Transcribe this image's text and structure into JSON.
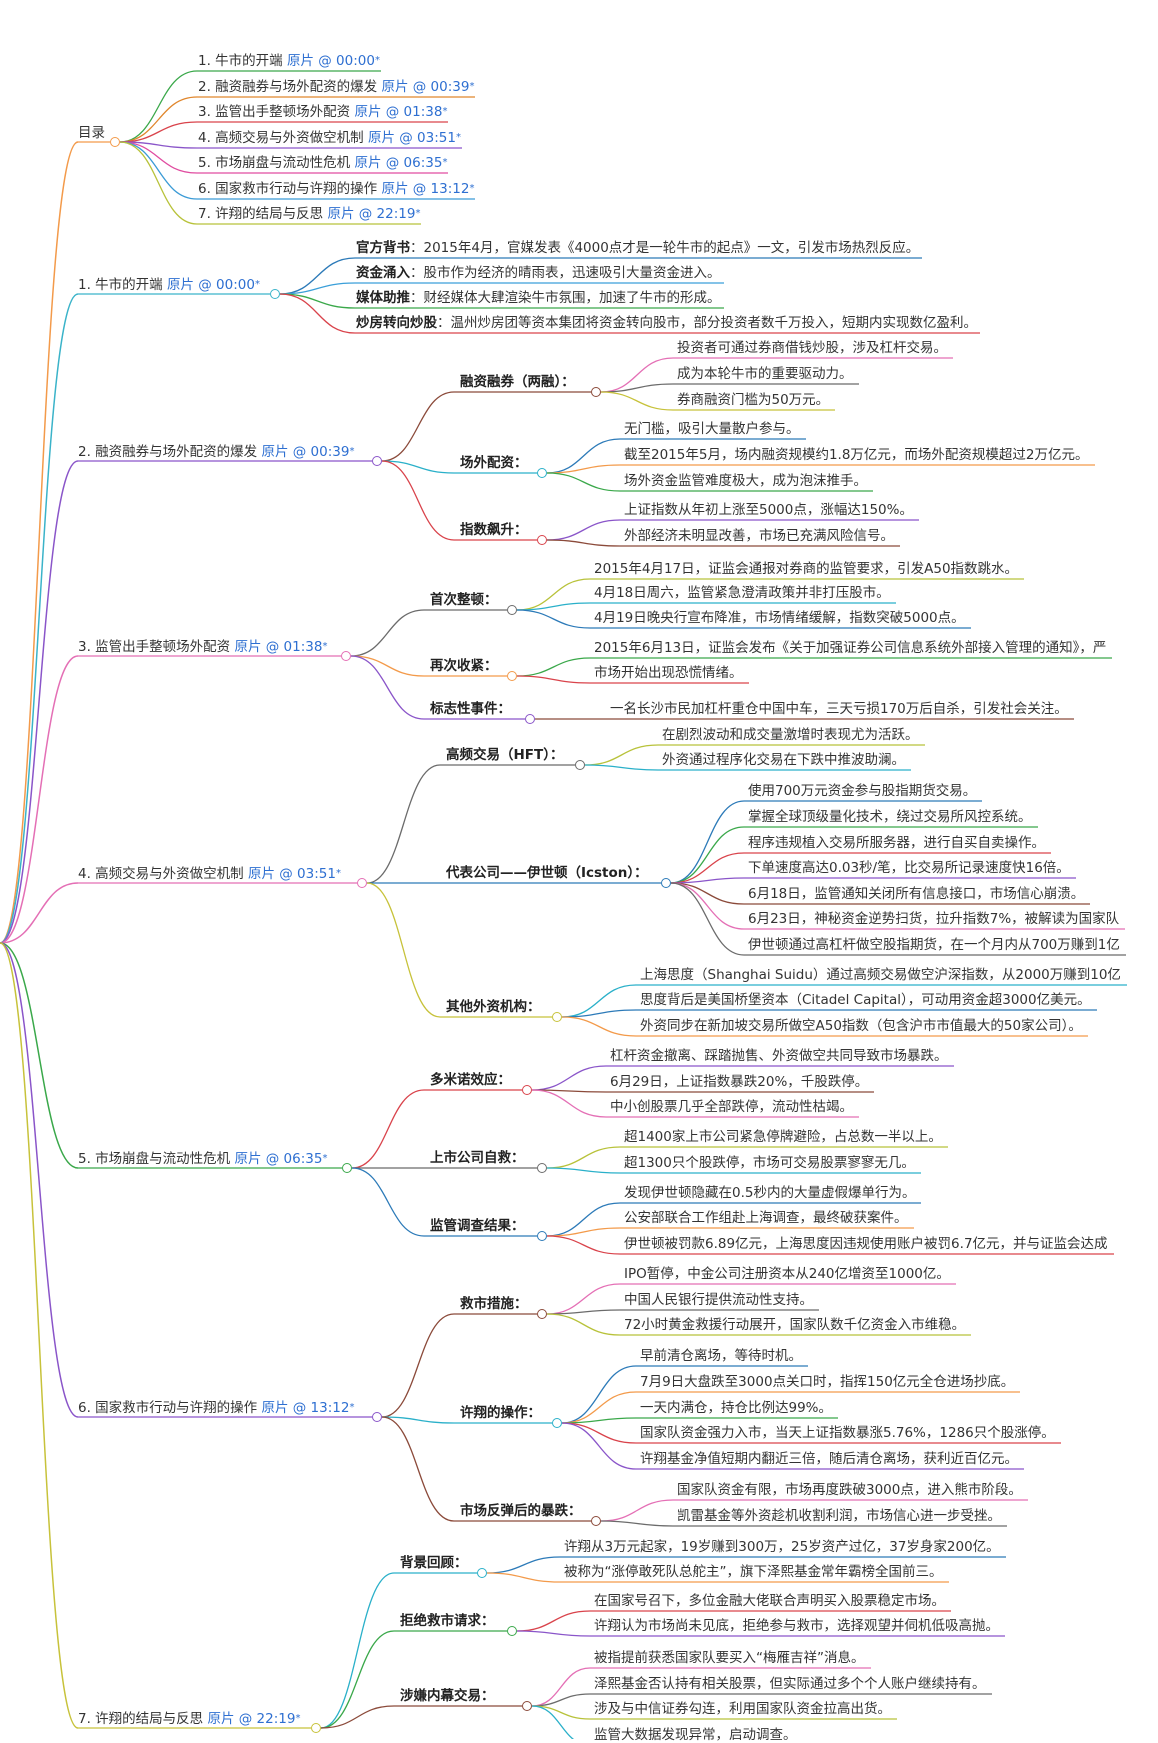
{
  "toc": {
    "label": "目录",
    "color": "#f39a4a",
    "items": [
      {
        "text": "1. 牛市的开端 ",
        "ts": "原片 @ 00:00",
        "color": "#3aa84a"
      },
      {
        "text": "2. 融资融券与场外配资的爆发 ",
        "ts": "原片 @ 00:39",
        "color": "#e0862c"
      },
      {
        "text": "3. 监管出手整顿场外配资 ",
        "ts": "原片 @ 01:38",
        "color": "#d9434b"
      },
      {
        "text": "4. 高频交易与外资做空机制 ",
        "ts": "原片 @ 03:51",
        "color": "#8a55c9"
      },
      {
        "text": "5. 市场崩盘与流动性危机 ",
        "ts": "原片 @ 06:35",
        "color": "#e04ca0"
      },
      {
        "text": "6. 国家救市行动与许翔的操作 ",
        "ts": "原片 @ 13:12",
        "color": "#3b9bd6"
      },
      {
        "text": "7. 许翔的结局与反思 ",
        "ts": "原片 @ 22:19",
        "color": "#b8c23a"
      }
    ]
  },
  "sections": [
    {
      "title": "1. 牛市的开端 ",
      "ts": "原片 @ 00:00",
      "color": "#3ab3c9",
      "items": [
        {
          "key": "官方背书",
          "text": "：2015年4月，官媒发表《4000点才是一轮牛市的起点》一文，引发市场热烈反应。",
          "color": "#2c7ab8"
        },
        {
          "key": "资金涌入",
          "text": "：股市作为经济的晴雨表，迅速吸引大量资金进入。",
          "color": "#3a9fd9"
        },
        {
          "key": "媒体助推",
          "text": "：财经媒体大肆渲染牛市氛围，加速了牛市的形成。",
          "color": "#3aa84a"
        },
        {
          "key": "炒房转向炒股",
          "text": "：温州炒房团等资本集团将资金转向股市，部分投资者数千万投入，短期内实现数亿盈利。",
          "color": "#d9434b"
        }
      ]
    },
    {
      "title": "2. 融资融券与场外配资的爆发 ",
      "ts": "原片 @ 00:39",
      "color": "#8a55c9",
      "groups": [
        {
          "label": "融资融券（两融）：",
          "color": "#8b4a3a",
          "leaves": [
            {
              "text": "投资者可通过券商借钱炒股，涉及杠杆交易。",
              "color": "#e46fb5"
            },
            {
              "text": "成为本轮牛市的重要驱动力。",
              "color": "#6b6b6b"
            },
            {
              "text": "券商融资门槛为50万元。",
              "color": "#c7c23a"
            }
          ]
        },
        {
          "label": "场外配资：",
          "color": "#2ab0c9",
          "leaves": [
            {
              "text": "无门槛，吸引大量散户参与。",
              "color": "#2c7ab8"
            },
            {
              "text": "截至2015年5月，场内融资规模约1.8万亿元，而场外配资规模超过2万亿元。",
              "color": "#f39a4a"
            },
            {
              "text": "场外资金监管难度极大，成为泡沫推手。",
              "color": "#3aa84a"
            }
          ]
        },
        {
          "label": "指数飙升：",
          "color": "#d9434b",
          "leaves": [
            {
              "text": "上证指数从年初上涨至5000点，涨幅达150%。",
              "color": "#8a55c9"
            },
            {
              "text": "外部经济未明显改善，市场已充满风险信号。",
              "color": "#8b4a3a"
            }
          ]
        }
      ]
    },
    {
      "title": "3. 监管出手整顿场外配资 ",
      "ts": "原片 @ 01:38",
      "color": "#e46fb5",
      "groups": [
        {
          "label": "首次整顿：",
          "color": "#6b6b6b",
          "leaves": [
            {
              "text": "2015年4月17日，证监会通报对券商的监管要求，引发A50指数跳水。",
              "color": "#b8c23a"
            },
            {
              "text": "4月18日周六，监管紧急澄清政策并非打压股市。",
              "color": "#2ab0c9"
            },
            {
              "text": "4月19日晚央行宣布降准，市场情绪缓解，指数突破5000点。",
              "color": "#2c7ab8"
            }
          ]
        },
        {
          "label": "再次收紧：",
          "color": "#f39a4a",
          "leaves": [
            {
              "text": "2015年6月13日，证监会发布《关于加强证券公司信息系统外部接入管理的通知》，严",
              "color": "#3aa84a"
            },
            {
              "text": "市场开始出现恐慌情绪。",
              "color": "#d9434b"
            }
          ]
        },
        {
          "label": "标志性事件：",
          "color": "#8a55c9",
          "leaves": [
            {
              "text": "一名长沙市民加杠杆重仓中国中车，三天亏损170万后自杀，引发社会关注。",
              "color": "#8b4a3a"
            }
          ]
        }
      ]
    },
    {
      "title": "4. 高频交易与外资做空机制 ",
      "ts": "原片 @ 03:51",
      "color": "#e46fb5",
      "groups": [
        {
          "label": "高频交易（HFT）：",
          "color": "#6b6b6b",
          "leaves": [
            {
              "text": "在剧烈波动和成交量激增时表现尤为活跃。",
              "color": "#b8c23a"
            },
            {
              "text": "外资通过程序化交易在下跌中推波助澜。",
              "color": "#2ab0c9"
            }
          ]
        },
        {
          "label": "代表公司——伊世顿（Icston）：",
          "color": "#2c7ab8",
          "leaves": [
            {
              "text": "使用700万元资金参与股指期货交易。",
              "color": "#2c7ab8"
            },
            {
              "text": "掌握全球顶级量化技术，绕过交易所风控系统。",
              "color": "#3aa84a"
            },
            {
              "text": "程序违规植入交易所服务器，进行自买自卖操作。",
              "color": "#d9434b"
            },
            {
              "text": "下单速度高达0.03秒/笔，比交易所记录速度快16倍。",
              "color": "#8a55c9"
            },
            {
              "text": "6月18日，监管通知关闭所有信息接口，市场信心崩溃。",
              "color": "#8b4a3a"
            },
            {
              "text": "6月23日，神秘资金逆势扫货，拉升指数7%，被解读为国家队",
              "color": "#e46fb5"
            },
            {
              "text": "伊世顿通过高杠杆做空股指期货，在一个月内从700万赚到1亿",
              "color": "#6b6b6b"
            }
          ]
        },
        {
          "label": "其他外资机构：",
          "color": "#c7c23a",
          "leaves": [
            {
              "text": "上海思度（Shanghai Suidu）通过高频交易做空沪深指数，从2000万赚到10亿",
              "color": "#2ab0c9"
            },
            {
              "text": "思度背后是美国桥堡资本（Citadel Capital），可动用资金超3000亿美元。",
              "color": "#2c7ab8"
            },
            {
              "text": "外资同步在新加坡交易所做空A50指数（包含沪市市值最大的50家公司）。",
              "color": "#f39a4a"
            }
          ]
        }
      ]
    },
    {
      "title": "5. 市场崩盘与流动性危机 ",
      "ts": "原片 @ 06:35",
      "color": "#3aa84a",
      "groups": [
        {
          "label": "多米诺效应：",
          "color": "#d9434b",
          "leaves": [
            {
              "text": "杠杆资金撤离、踩踏抛售、外资做空共同导致市场暴跌。",
              "color": "#8a55c9"
            },
            {
              "text": "6月29日，上证指数暴跌20%，千股跌停。",
              "color": "#8b4a3a"
            },
            {
              "text": "中小创股票几乎全部跌停，流动性枯竭。",
              "color": "#e46fb5"
            }
          ]
        },
        {
          "label": "上市公司自救：",
          "color": "#6b6b6b",
          "leaves": [
            {
              "text": "超1400家上市公司紧急停牌避险，占总数一半以上。",
              "color": "#b8c23a"
            },
            {
              "text": "超1300只个股跌停，市场可交易股票寥寥无几。",
              "color": "#2ab0c9"
            }
          ]
        },
        {
          "label": "监管调查结果：",
          "color": "#2c7ab8",
          "leaves": [
            {
              "text": "发现伊世顿隐藏在0.5秒内的大量虚假爆单行为。",
              "color": "#2c7ab8"
            },
            {
              "text": "公安部联合工作组赴上海调查，最终破获案件。",
              "color": "#f39a4a"
            },
            {
              "text": "伊世顿被罚款6.89亿元，上海思度因违规使用账户被罚6.7亿元，并与证监会达成",
              "color": "#d9434b"
            }
          ]
        }
      ]
    },
    {
      "title": "6. 国家救市行动与许翔的操作 ",
      "ts": "原片 @ 13:12",
      "color": "#8a55c9",
      "groups": [
        {
          "label": "救市措施：",
          "color": "#8b4a3a",
          "leaves": [
            {
              "text": "IPO暂停，中金公司注册资本从240亿增资至1000亿。",
              "color": "#e46fb5"
            },
            {
              "text": "中国人民银行提供流动性支持。",
              "color": "#6b6b6b"
            },
            {
              "text": "72小时黄金救援行动展开，国家队数千亿资金入市维稳。",
              "color": "#b8c23a"
            }
          ]
        },
        {
          "label": "许翔的操作：",
          "color": "#2ab0c9",
          "leaves": [
            {
              "text": "早前清仓离场，等待时机。",
              "color": "#2c7ab8"
            },
            {
              "text": "7月9日大盘跌至3000点关口时，指挥150亿元全仓进场抄底。",
              "color": "#f39a4a"
            },
            {
              "text": "一天内满仓，持仓比例达99%。",
              "color": "#3aa84a"
            },
            {
              "text": "国家队资金强力入市，当天上证指数暴涨5.76%，1286只个股涨停。",
              "color": "#d9434b"
            },
            {
              "text": "许翔基金净值短期内翻近三倍，随后清仓离场，获利近百亿元。",
              "color": "#8a55c9"
            }
          ]
        },
        {
          "label": "市场反弹后的暴跌：",
          "color": "#8b4a3a",
          "leaves": [
            {
              "text": "国家队资金有限，市场再度跌破3000点，进入熊市阶段。",
              "color": "#e46fb5"
            },
            {
              "text": "凯雷基金等外资趁机收割利润，市场信心进一步受挫。",
              "color": "#6b6b6b"
            }
          ]
        }
      ]
    },
    {
      "title": "7. 许翔的结局与反思 ",
      "ts": "原片 @ 22:19",
      "color": "#c7c23a",
      "groups": [
        {
          "label": "背景回顾：",
          "color": "#2ab0c9",
          "leaves": [
            {
              "text": "许翔从3万元起家，19岁赚到300万，25岁资产过亿，37岁身家200亿。",
              "color": "#2c7ab8"
            },
            {
              "text": "被称为“涨停敢死队总舵主”，旗下泽熙基金常年霸榜全国前三。",
              "color": "#f39a4a"
            }
          ]
        },
        {
          "label": "拒绝救市请求：",
          "color": "#3aa84a",
          "leaves": [
            {
              "text": "在国家号召下，多位金融大佬联合声明买入股票稳定市场。",
              "color": "#d9434b"
            },
            {
              "text": "许翔认为市场尚未见底，拒绝参与救市，选择观望并伺机低吸高抛。",
              "color": "#8a55c9"
            }
          ]
        },
        {
          "label": "涉嫌内幕交易：",
          "color": "#8b4a3a",
          "leaves": [
            {
              "text": "被指提前获悉国家队要买入“梅雁吉祥”消息。",
              "color": "#e46fb5"
            },
            {
              "text": "泽熙基金否认持有相关股票，但实际通过多个个人账户继续持有。",
              "color": "#6b6b6b"
            },
            {
              "text": "涉及与中信证券勾连，利用国家队资金拉高出货。",
              "color": "#b8c23a"
            },
            {
              "text": "监管大数据发现异常，启动调查。",
              "color": "#2ab0c9"
            }
          ]
        }
      ]
    }
  ]
}
